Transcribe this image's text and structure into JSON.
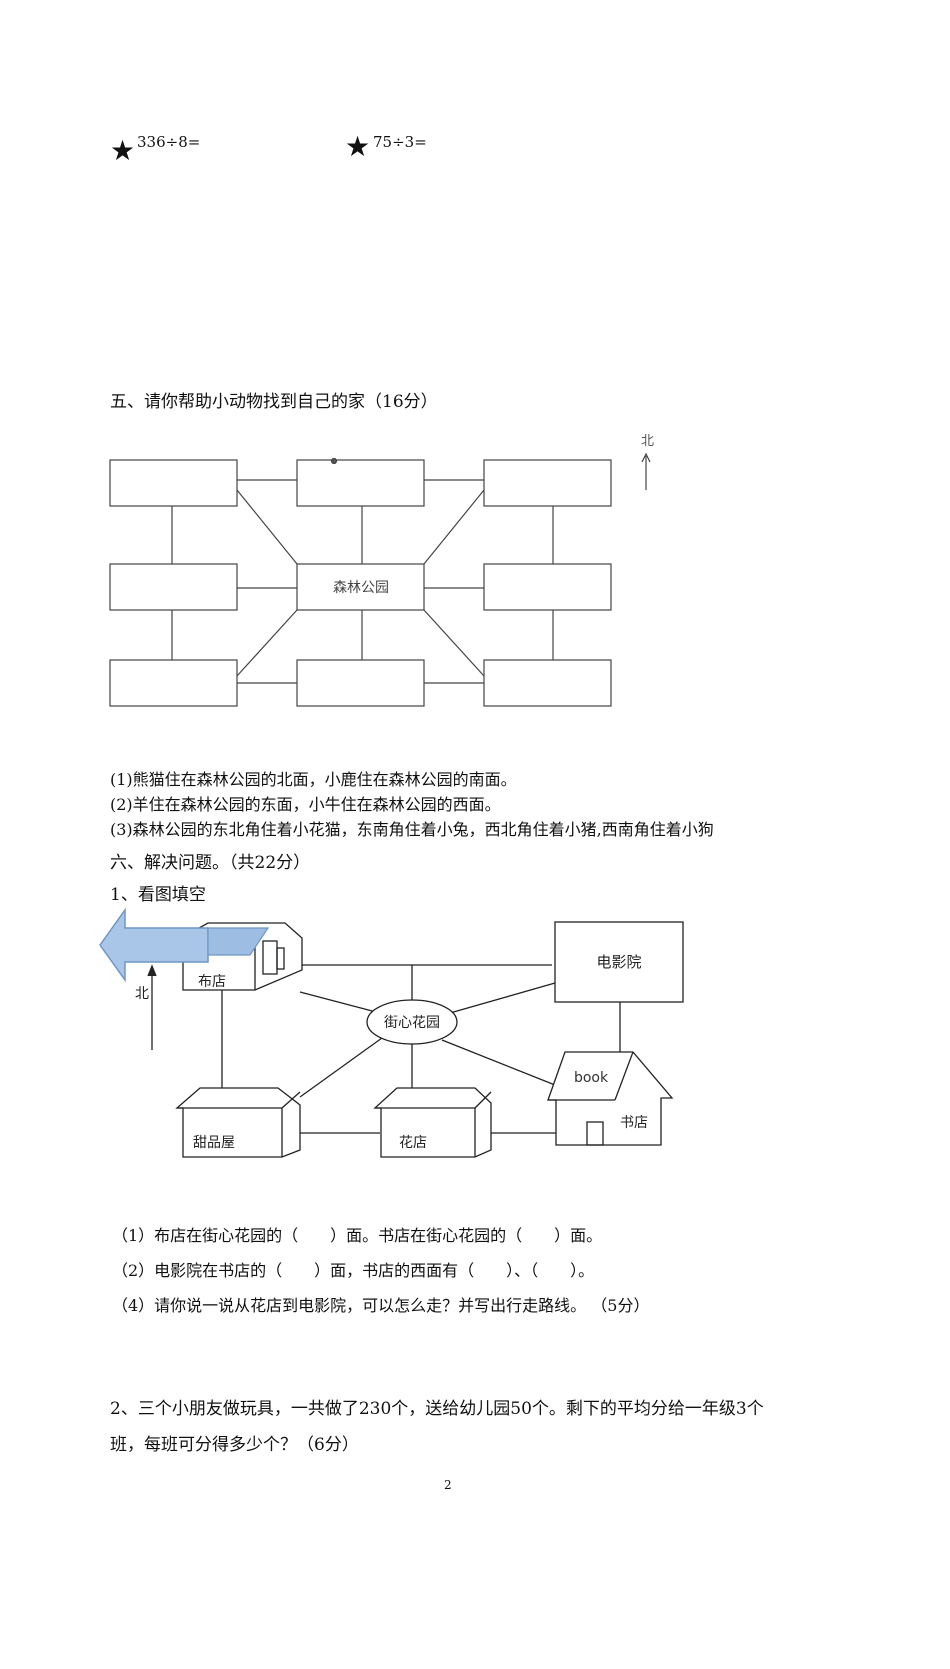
{
  "calc": [
    {
      "star": "★",
      "expr": "336÷8="
    },
    {
      "star": "★",
      "expr": "75÷3="
    }
  ],
  "section5": {
    "title": "五、请你帮助小动物找到自己的家（16分）",
    "center": "森林公园",
    "north": "北",
    "clues": [
      "(1)熊猫住在森林公园的北面，小鹿住在森林公园的南面。",
      "(2)羊住在森林公园的东面，小牛住在森林公园的西面。",
      "(3)森林公园的东北角住着小花猫，东南角住着小兔，西北角住着小猪,西南角住着小狗"
    ]
  },
  "section6": {
    "title": "六、解决问题。（共22分）",
    "q1_title": "1、看图填空",
    "map": {
      "north": "北",
      "cloth": "布店",
      "cinema": "电影院",
      "garden": "街心花园",
      "book_sign": "book",
      "bookstore": "书店",
      "dessert": "甜品屋",
      "flower": "花店"
    },
    "q1_items": [
      "（1）布店在街心花园的（　　）面。书店在街心花园的（　　）面。",
      "（2）电影院在书店的（　　）面，书店的西面有（　　）、（　　）。",
      "（4）请你说一说从花店到电影院，可以怎么走？并写出行走路线。 （5分）"
    ],
    "q2_line1": "2、三个小朋友做玩具，一共做了230个，送给幼儿园50个。剩下的平均分给一年级3个",
    "q2_line2": "班，每班可分得多少个？（6分）"
  },
  "page_number": "2"
}
